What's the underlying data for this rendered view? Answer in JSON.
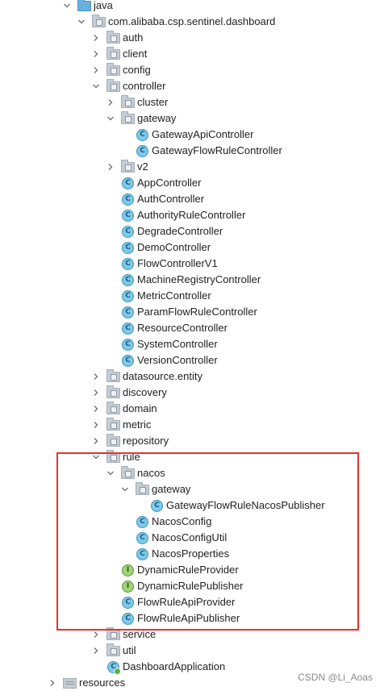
{
  "tree": [
    {
      "label": "java",
      "depth": 0,
      "icon": "folder-blue-icon",
      "chevron": "down"
    },
    {
      "label": "com.alibaba.csp.sentinel.dashboard",
      "depth": 1,
      "icon": "package-icon",
      "chevron": "down"
    },
    {
      "label": "auth",
      "depth": 2,
      "icon": "package-icon",
      "chevron": "right"
    },
    {
      "label": "client",
      "depth": 2,
      "icon": "package-icon",
      "chevron": "right"
    },
    {
      "label": "config",
      "depth": 2,
      "icon": "package-icon",
      "chevron": "right"
    },
    {
      "label": "controller",
      "depth": 2,
      "icon": "package-icon",
      "chevron": "down"
    },
    {
      "label": "cluster",
      "depth": 3,
      "icon": "package-icon",
      "chevron": "right"
    },
    {
      "label": "gateway",
      "depth": 3,
      "icon": "package-icon",
      "chevron": "down"
    },
    {
      "label": "GatewayApiController",
      "depth": 4,
      "icon": "class-icon"
    },
    {
      "label": "GatewayFlowRuleController",
      "depth": 4,
      "icon": "class-icon"
    },
    {
      "label": "v2",
      "depth": 3,
      "icon": "package-icon",
      "chevron": "right"
    },
    {
      "label": "AppController",
      "depth": 3,
      "icon": "class-icon"
    },
    {
      "label": "AuthController",
      "depth": 3,
      "icon": "class-icon"
    },
    {
      "label": "AuthorityRuleController",
      "depth": 3,
      "icon": "class-icon"
    },
    {
      "label": "DegradeController",
      "depth": 3,
      "icon": "class-icon"
    },
    {
      "label": "DemoController",
      "depth": 3,
      "icon": "class-icon"
    },
    {
      "label": "FlowControllerV1",
      "depth": 3,
      "icon": "class-icon"
    },
    {
      "label": "MachineRegistryController",
      "depth": 3,
      "icon": "class-icon"
    },
    {
      "label": "MetricController",
      "depth": 3,
      "icon": "class-icon"
    },
    {
      "label": "ParamFlowRuleController",
      "depth": 3,
      "icon": "class-icon"
    },
    {
      "label": "ResourceController",
      "depth": 3,
      "icon": "class-icon"
    },
    {
      "label": "SystemController",
      "depth": 3,
      "icon": "class-icon"
    },
    {
      "label": "VersionController",
      "depth": 3,
      "icon": "class-icon"
    },
    {
      "label": "datasource.entity",
      "depth": 2,
      "icon": "package-icon",
      "chevron": "right"
    },
    {
      "label": "discovery",
      "depth": 2,
      "icon": "package-icon",
      "chevron": "right"
    },
    {
      "label": "domain",
      "depth": 2,
      "icon": "package-icon",
      "chevron": "right"
    },
    {
      "label": "metric",
      "depth": 2,
      "icon": "package-icon",
      "chevron": "right"
    },
    {
      "label": "repository",
      "depth": 2,
      "icon": "package-icon",
      "chevron": "right"
    },
    {
      "label": "rule",
      "depth": 2,
      "icon": "package-icon",
      "chevron": "down"
    },
    {
      "label": "nacos",
      "depth": 3,
      "icon": "package-icon",
      "chevron": "down"
    },
    {
      "label": "gateway",
      "depth": 4,
      "icon": "package-icon",
      "chevron": "down"
    },
    {
      "label": "GatewayFlowRuleNacosPublisher",
      "depth": 5,
      "icon": "class-icon"
    },
    {
      "label": "NacosConfig",
      "depth": 4,
      "icon": "class-icon"
    },
    {
      "label": "NacosConfigUtil",
      "depth": 4,
      "icon": "class-icon"
    },
    {
      "label": "NacosProperties",
      "depth": 4,
      "icon": "class-icon"
    },
    {
      "label": "DynamicRuleProvider",
      "depth": 3,
      "icon": "interface-icon"
    },
    {
      "label": "DynamicRulePublisher",
      "depth": 3,
      "icon": "interface-icon"
    },
    {
      "label": "FlowRuleApiProvider",
      "depth": 3,
      "icon": "class-icon"
    },
    {
      "label": "FlowRuleApiPublisher",
      "depth": 3,
      "icon": "class-icon"
    },
    {
      "label": "service",
      "depth": 2,
      "icon": "package-icon",
      "chevron": "right"
    },
    {
      "label": "util",
      "depth": 2,
      "icon": "package-icon",
      "chevron": "right"
    },
    {
      "label": "DashboardApplication",
      "depth": 2,
      "icon": "application-class-icon"
    },
    {
      "label": "resources",
      "depth": -1,
      "icon": "resources-folder-icon",
      "chevron": "right"
    }
  ],
  "class_letter": "C",
  "interface_letter": "I",
  "highlight_color": "#e8302e",
  "watermark": "CSDN @Li_Aoas"
}
